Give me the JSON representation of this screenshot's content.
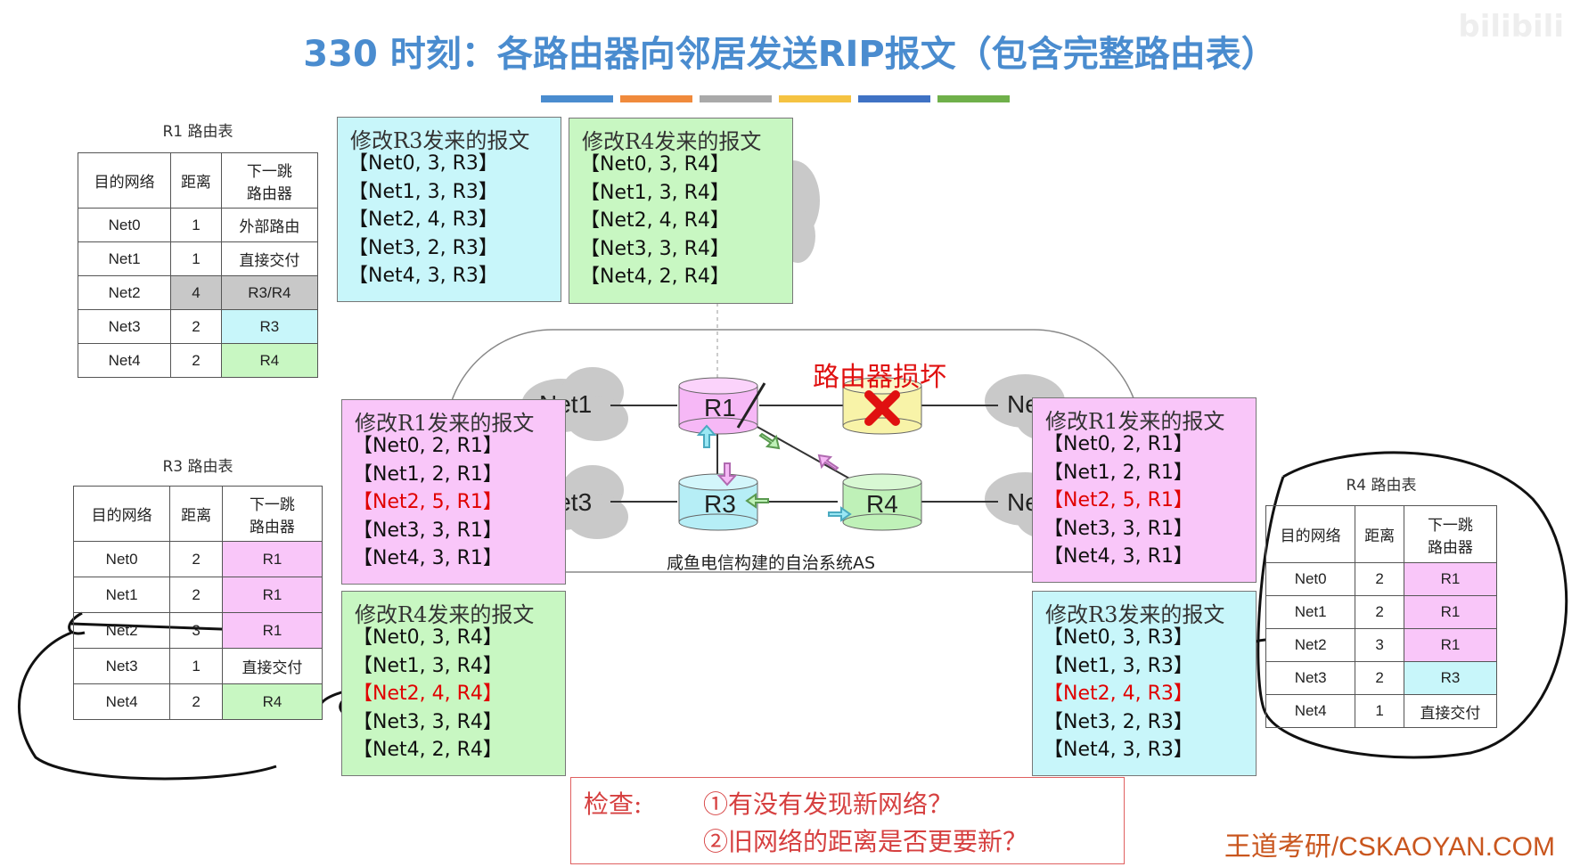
{
  "title": "330 时刻：各路由器向邻居发送RIP报文（包含完整路由表）",
  "watermark": "bilibili",
  "footer": "王道考研/CSKAOYAN.COM",
  "colors": {
    "title": "#4a8ccf",
    "bars": [
      "#4a8ccf",
      "#f08a3c",
      "#a9a9a9",
      "#f5c342",
      "#3f72c4",
      "#6fb04a"
    ],
    "cyan": "#c8f6fa",
    "green": "#c8f7c2",
    "pink": "#f9c6f9",
    "grey": "#c8c8c8",
    "red": "#e00000"
  },
  "r1_table": {
    "caption": "R1 路由表",
    "headers": [
      "目的网络",
      "距离",
      "下一跳\n路由器"
    ],
    "rows": [
      [
        "Net0",
        "1",
        "外部路由"
      ],
      [
        "Net1",
        "1",
        "直接交付"
      ],
      [
        "Net2",
        "4",
        "R3/R4"
      ],
      [
        "Net3",
        "2",
        "R3"
      ],
      [
        "Net4",
        "2",
        "R4"
      ]
    ]
  },
  "r3_table": {
    "caption": "R3 路由表",
    "headers": [
      "目的网络",
      "距离",
      "下一跳\n路由器"
    ],
    "rows": [
      [
        "Net0",
        "2",
        "R1"
      ],
      [
        "Net1",
        "2",
        "R1"
      ],
      [
        "Net2",
        "3",
        "R1"
      ],
      [
        "Net3",
        "1",
        "直接交付"
      ],
      [
        "Net4",
        "2",
        "R4"
      ]
    ]
  },
  "r4_table": {
    "caption": "R4 路由表",
    "headers": [
      "目的网络",
      "距离",
      "下一跳\n路由器"
    ],
    "rows": [
      [
        "Net0",
        "2",
        "R1"
      ],
      [
        "Net1",
        "2",
        "R1"
      ],
      [
        "Net2",
        "3",
        "R1"
      ],
      [
        "Net3",
        "2",
        "R3"
      ],
      [
        "Net4",
        "1",
        "直接交付"
      ]
    ]
  },
  "messages": {
    "r1_from_r3": {
      "header": "修改R3发来的报文",
      "lines": [
        "【Net0, 3, R3】",
        "【Net1, 3, R3】",
        "【Net2, 4, R3】",
        "【Net3, 2, R3】",
        "【Net4, 3, R3】"
      ]
    },
    "r1_from_r4": {
      "header": "修改R4发来的报文",
      "lines": [
        "【Net0, 3, R4】",
        "【Net1, 3, R4】",
        "【Net2, 4, R4】",
        "【Net3, 3, R4】",
        "【Net4, 2, R4】"
      ]
    },
    "r3_from_r1": {
      "header": "修改R1发来的报文",
      "lines": [
        "【Net0, 2, R1】",
        "【Net1, 2, R1】",
        "【Net2, 5, R1】",
        "【Net3, 3, R1】",
        "【Net4, 3, R1】"
      ]
    },
    "r3_from_r4": {
      "header": "修改R4发来的报文",
      "lines": [
        "【Net0, 3, R4】",
        "【Net1, 3, R4】",
        "【Net2, 4, R4】",
        "【Net3, 3, R4】",
        "【Net4, 2, R4】"
      ]
    },
    "r4_from_r1": {
      "header": "修改R1发来的报文",
      "lines": [
        "【Net0, 2, R1】",
        "【Net1, 2, R1】",
        "【Net2, 5, R1】",
        "【Net3, 3, R1】",
        "【Net4, 3, R1】"
      ]
    },
    "r4_from_r3": {
      "header": "修改R3发来的报文",
      "lines": [
        "【Net0, 3, R3】",
        "【Net1, 3, R3】",
        "【Net2, 4, R3】",
        "【Net3, 2, R3】",
        "【Net4, 3, R3】"
      ]
    }
  },
  "network": {
    "net1": "Net1",
    "net3": "Net3",
    "net_right_top": "Ne",
    "net_right_bottom": "Ne",
    "r1": "R1",
    "r3": "R3",
    "r4": "R4",
    "broken_label": "路由器损坏",
    "as_label": "咸鱼电信构建的自治系统AS"
  },
  "check": {
    "label": "检查:",
    "q1": "①有没有发现新网络？",
    "q2": "②旧网络的距离是否更要新？"
  }
}
